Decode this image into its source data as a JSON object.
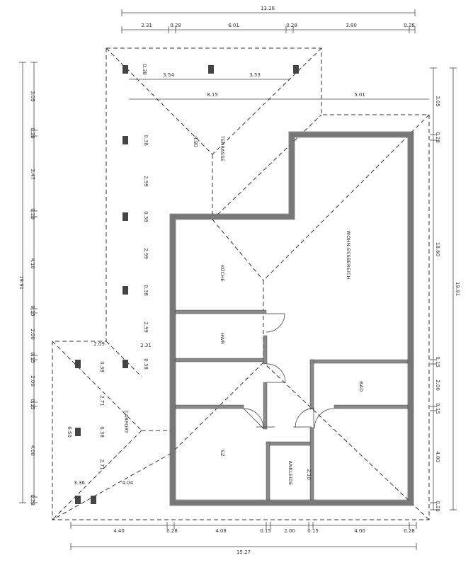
{
  "rooms": {
    "wohn_essbereich": "WOHN-ESSBEREICH",
    "kueche": "KÜCHE",
    "terrasse": "TERRASSE",
    "carport": "CARPORT",
    "bad": "BAD",
    "ankleide": "ANKLEIDE",
    "hwr": "HWR",
    "sz": "SZ"
  },
  "dims_top": {
    "overall": "13.16",
    "seg_1": "2.31",
    "seg_2": "0.28",
    "seg_3": "6.01",
    "seg_4": "0.28",
    "seg_5": "3.80",
    "seg_6": "0.28"
  },
  "dims_inner_top": {
    "terrace_left": "3.54",
    "terrace_right": "3.53",
    "terrace_total": "8.15",
    "right_part": "5.01"
  },
  "dims_bottom": {
    "overall": "15.27",
    "seg_1": "4.40",
    "seg_2": "0.28",
    "seg_3": "4.08",
    "seg_4": "0.15",
    "seg_5": "2.00",
    "seg_6": "0.15",
    "seg_7": "4.00",
    "seg_8": "0.28"
  },
  "dims_left": {
    "overall": "19.91",
    "seg_1": "3.05",
    "seg_2": "0.28",
    "seg_3": "3.47",
    "seg_4": "0.28",
    "seg_5": "4.10",
    "seg_6": "0.15",
    "seg_7": "2.00",
    "seg_8": "0.15",
    "seg_9": "2.00",
    "seg_10": "0.15",
    "seg_11": "4.00",
    "seg_12": "0.28"
  },
  "dims_right": {
    "overall": "19.91",
    "partial": "18.60",
    "seg_1": "3.05",
    "seg_2": "0.28",
    "seg_3": "0.15",
    "seg_4": "2.00",
    "seg_5": "0.15",
    "seg_6": "4.00",
    "seg_7": "0.28"
  },
  "dims_inner": {
    "terrace_col_1": "0.38",
    "terrace_col_2": "0.38",
    "terrace_col_3": "0.38",
    "terrace_col_4": "0.38",
    "terrace_col_5": "0.38",
    "terrace_h_1": "4.80",
    "terrace_h_2": "2.99",
    "terrace_h_3": "2.99",
    "terrace_h_4": "2.99",
    "carport_w_top": "2.09",
    "carport_w_mid": "2.31",
    "carport_w_bottom": "4.04",
    "carport_left": "3.36",
    "carport_h_1": "2.71",
    "carport_h_2": "2.71",
    "carport_col": "0.38",
    "carport_total": "6.50",
    "carport_top_col": "0.38",
    "ankleide_w": "2.10"
  }
}
